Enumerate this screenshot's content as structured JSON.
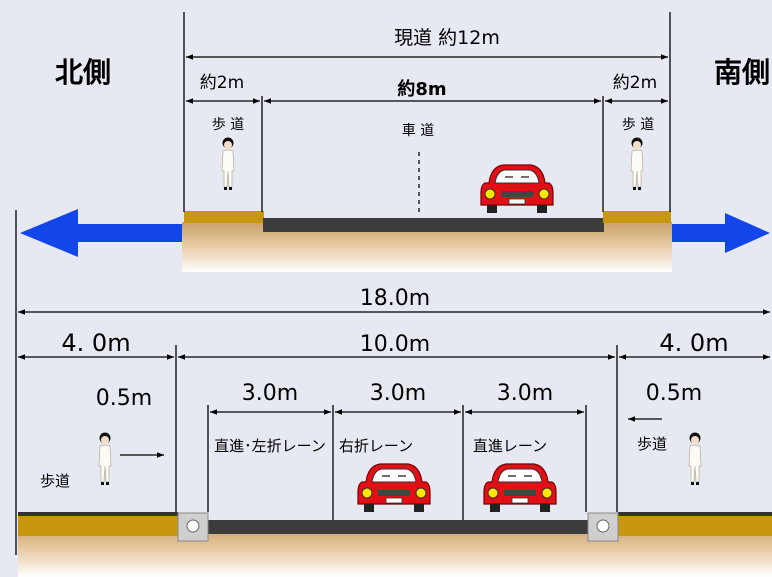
{
  "current": {
    "total_label": "現道 約12m",
    "north_label": "北側",
    "south_label": "南側",
    "sidewalk_left_width": "約2m",
    "roadway_width": "約8m",
    "sidewalk_right_width": "約2m",
    "sidewalk_left_text": "歩 道",
    "roadway_text": "車 道",
    "sidewalk_right_text": "歩 道"
  },
  "planned": {
    "total_label": "18.0m",
    "left_zone_width": "4. 0m",
    "center_width": "10.0m",
    "right_zone_width": "4. 0m",
    "left_offset": "0.5m",
    "right_offset": "0.5m",
    "lane1_width": "3.0m",
    "lane2_width": "3.0m",
    "lane3_width": "3.0m",
    "lane1_text": "直進･左折レーン",
    "lane2_text": "右折レーン",
    "lane3_text": "直進レーン",
    "sidewalk_left_text": "歩道",
    "sidewalk_right_text": "歩道"
  },
  "colors": {
    "background": "#e6e9f2",
    "arrow_blue": "#1246e8",
    "sidewalk_gold": "#c8960f",
    "asphalt": "#3c3c3c",
    "ground": "#e8c9a0",
    "car_red": "#e30f16"
  }
}
